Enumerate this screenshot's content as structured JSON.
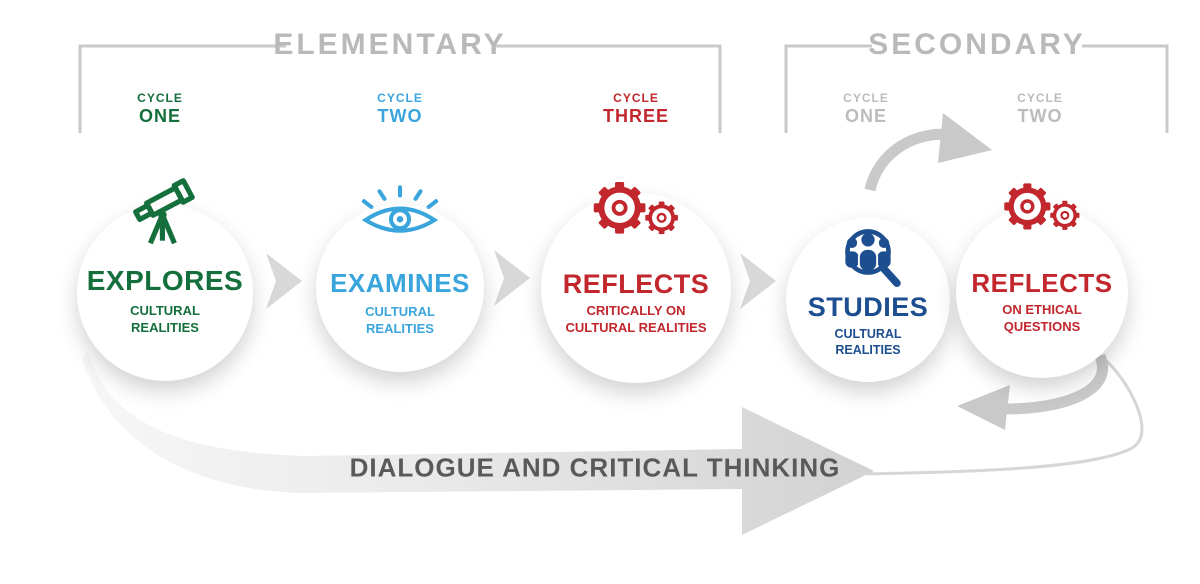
{
  "header": {
    "elementary": "ELEMENTARY",
    "secondary": "SECONDARY"
  },
  "cycles": [
    {
      "top": "CYCLE",
      "bottom": "ONE"
    },
    {
      "top": "CYCLE",
      "bottom": "TWO"
    },
    {
      "top": "CYCLE",
      "bottom": "THREE"
    },
    {
      "top": "CYCLE",
      "bottom": "ONE"
    },
    {
      "top": "CYCLE",
      "bottom": "TWO"
    }
  ],
  "stages": [
    {
      "title": "EXPLORES",
      "subtitle": "CULTURAL REALITIES",
      "icon": "telescope-icon",
      "color": "#156f3c"
    },
    {
      "title": "EXAMINES",
      "subtitle": "CULTURAL REALITIES",
      "icon": "eye-icon",
      "color": "#3aa5dc"
    },
    {
      "title": "REFLECTS",
      "subtitle": "CRITICALLY ON CULTURAL REALITIES",
      "icon": "gears-icon",
      "color": "#c1272d"
    },
    {
      "title": "STUDIES",
      "subtitle": "CULTURAL REALITIES",
      "icon": "people-magnifier-icon",
      "color": "#1d4e8f"
    },
    {
      "title": "REFLECTS",
      "subtitle": "ON ETHICAL QUESTIONS",
      "icon": "gears-icon",
      "color": "#c1272d"
    }
  ],
  "bottom_arrow_label": "DIALOGUE AND CRITICAL THINKING",
  "colors": {
    "green": "#156f3c",
    "blue": "#3aa5dc",
    "red": "#c1272d",
    "navy": "#1d4e8f",
    "label_gray": "#b9b9b9",
    "arrow_gray": "#d8d8d8",
    "dialogue_text": "#58595b"
  }
}
